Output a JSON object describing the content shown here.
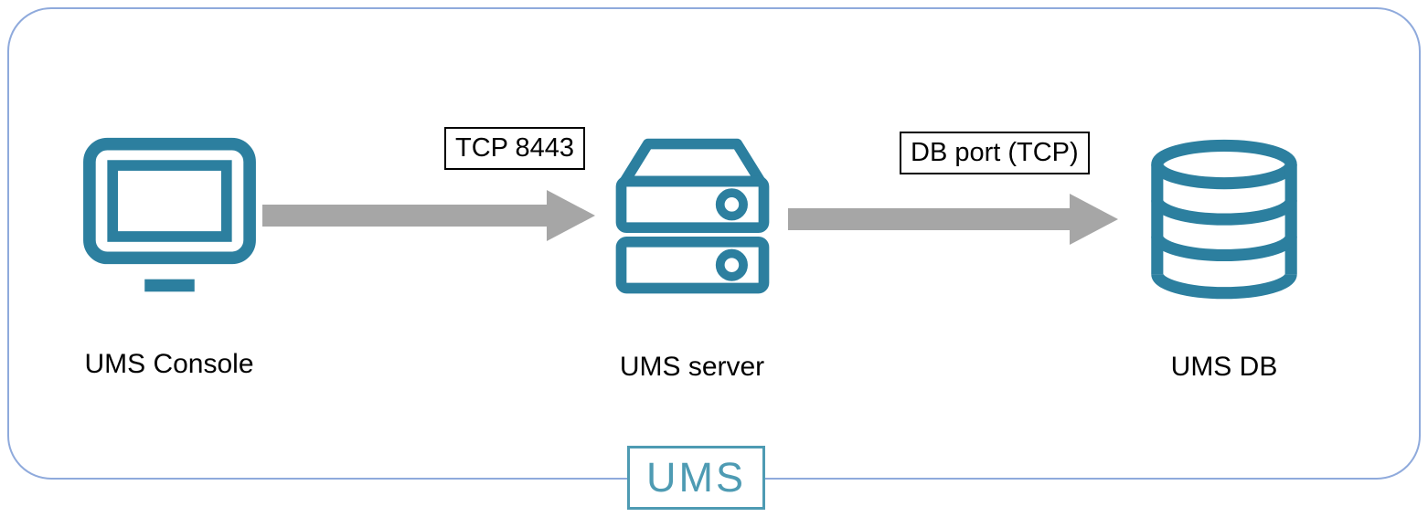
{
  "nodes": [
    {
      "id": "ums-console",
      "label": "UMS Console",
      "icon": "monitor-icon"
    },
    {
      "id": "ums-server",
      "label": "UMS server",
      "icon": "server-icon"
    },
    {
      "id": "ums-db",
      "label": "UMS DB",
      "icon": "database-icon"
    }
  ],
  "connections": [
    {
      "from": "ums-console",
      "to": "ums-server",
      "label": "TCP 8443",
      "direction": "right"
    },
    {
      "from": "ums-server",
      "to": "ums-db",
      "label": "DB port (TCP)",
      "direction": "right"
    }
  ],
  "badge": {
    "label": "UMS"
  },
  "colors": {
    "teal": "#2C7F9F",
    "badge_teal": "#4E9BB3",
    "frame_blue": "#8FAADC",
    "arrow_gray": "#A6A6A6"
  }
}
